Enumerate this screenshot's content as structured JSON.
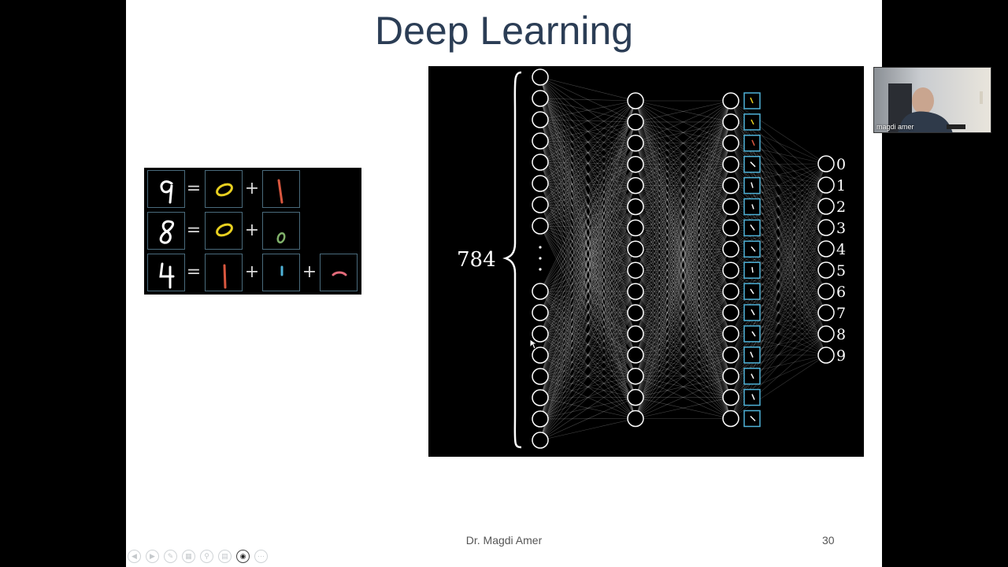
{
  "slide": {
    "title": "Deep Learning",
    "footer": "Dr. Magdi Amer",
    "slide_number": "30"
  },
  "digit_equations": [
    {
      "digit": "9",
      "parts": [
        "0",
        "1"
      ]
    },
    {
      "digit": "8",
      "parts": [
        "0",
        "o"
      ]
    },
    {
      "digit": "4",
      "parts": [
        "1",
        "1",
        "-"
      ]
    }
  ],
  "network": {
    "input_count_label": "784",
    "output_labels": [
      "0",
      "1",
      "2",
      "3",
      "4",
      "5",
      "6",
      "7",
      "8",
      "9"
    ]
  },
  "video": {
    "participant_name": "magdi amer"
  },
  "controls": [
    {
      "icon": "prev-arrow-icon"
    },
    {
      "icon": "next-arrow-icon"
    },
    {
      "icon": "pen-icon"
    },
    {
      "icon": "slides-grid-icon"
    },
    {
      "icon": "zoom-icon"
    },
    {
      "icon": "subtitles-icon"
    },
    {
      "icon": "camera-icon"
    },
    {
      "icon": "more-options-icon"
    }
  ],
  "colors": {
    "title": "#2b3d55",
    "accent_cyan": "#4fb3d9",
    "digit_yellow": "#e8d020",
    "digit_red": "#d9573f",
    "digit_green": "#7fb069"
  }
}
